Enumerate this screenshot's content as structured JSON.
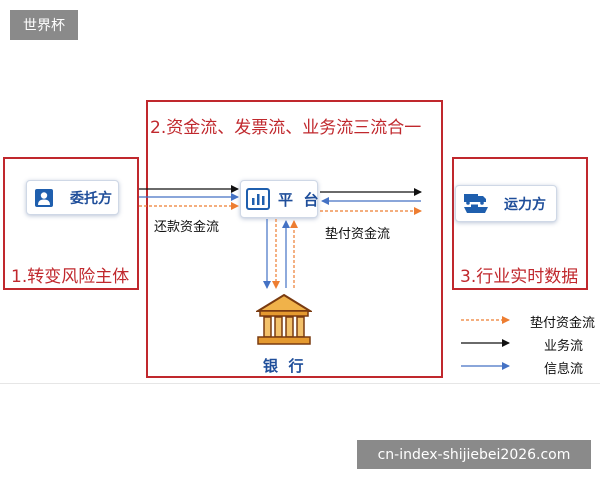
{
  "header_tag": "世界杯",
  "watermark": "cn-index-shijiebei2026.com",
  "title": "2.资金流、发票流、业务流三流合一",
  "left_box": {
    "label": "1.转变风险主体",
    "node": "委托方",
    "node_icon": "user-icon"
  },
  "right_box": {
    "label": "3.行业实时数据",
    "node": "运力方",
    "node_icon": "truck-ship-icon"
  },
  "platform": {
    "label": "平  台",
    "icon": "chart-icon"
  },
  "bank": {
    "label": "银  行",
    "icon": "bank-icon"
  },
  "flow_labels": {
    "repay": "还款资金流",
    "advance": "垫付资金流"
  },
  "legend": [
    {
      "label": "垫付资金流",
      "style": "dashed",
      "color": "#ed7d31"
    },
    {
      "label": "业务流",
      "style": "solid",
      "color": "#111111"
    },
    {
      "label": "信息流",
      "style": "solid",
      "color": "#4472c4"
    }
  ],
  "colors": {
    "accent_red": "#c0282d",
    "business": "#111111",
    "info": "#4472c4",
    "advance": "#ed7d31",
    "node_text": "#1f4e9a"
  }
}
